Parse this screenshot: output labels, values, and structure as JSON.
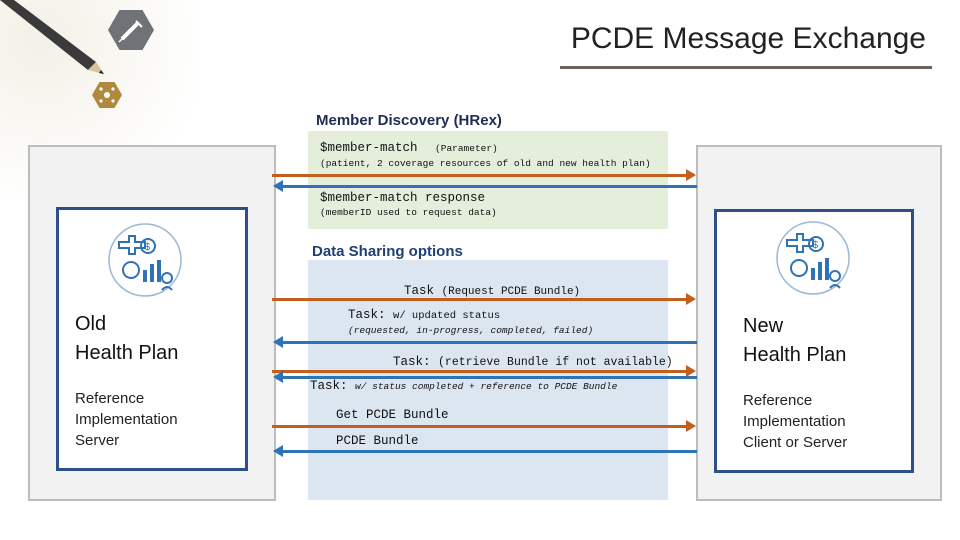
{
  "header": {
    "title": "PCDE Message Exchange"
  },
  "sections": {
    "member_discovery": "Member Discovery (HRex)",
    "data_sharing": "Data Sharing options"
  },
  "parties": {
    "old": {
      "title_line1": "Old",
      "title_line2": "Health Plan",
      "sub_line1": "Reference",
      "sub_line2": "Implementation",
      "sub_line3": "Server"
    },
    "new": {
      "title_line1": "New",
      "title_line2": "Health Plan",
      "sub_line1": "Reference",
      "sub_line2": "Implementation",
      "sub_line3": "Client or Server"
    }
  },
  "messages": {
    "member_match": {
      "label": "$member-match",
      "param": "(Parameter)",
      "detail": "(patient, 2 coverage resources of old and new health plan)"
    },
    "member_match_response": {
      "label": "$member-match response",
      "detail": "(memberID used to request data)"
    },
    "task_request": {
      "label": "Task",
      "detail": "(Request PCDE Bundle)"
    },
    "task_update": {
      "label": "Task:",
      "detail": "w/ updated status",
      "status": "(requested, in-progress, completed, failed)"
    },
    "task_retrieve": {
      "label": "Task:",
      "detail": "(retrieve Bundle if not available)"
    },
    "task_completed": {
      "label": "Task:",
      "detail": "w/ status completed + reference to PCDE Bundle"
    },
    "get_bundle": {
      "label": "Get PCDE Bundle"
    },
    "bundle": {
      "label": "PCDE Bundle"
    }
  },
  "colors": {
    "request_arrow": "#c45e1c",
    "response_arrow": "#2f72b6",
    "party_border": "#2e4f8a",
    "hrex_band": "#e4eedb",
    "sharing_band": "#dce6f1"
  },
  "icons": [
    "pencil-icon",
    "syringe-icon",
    "network-icon",
    "health-analytics-icon"
  ]
}
